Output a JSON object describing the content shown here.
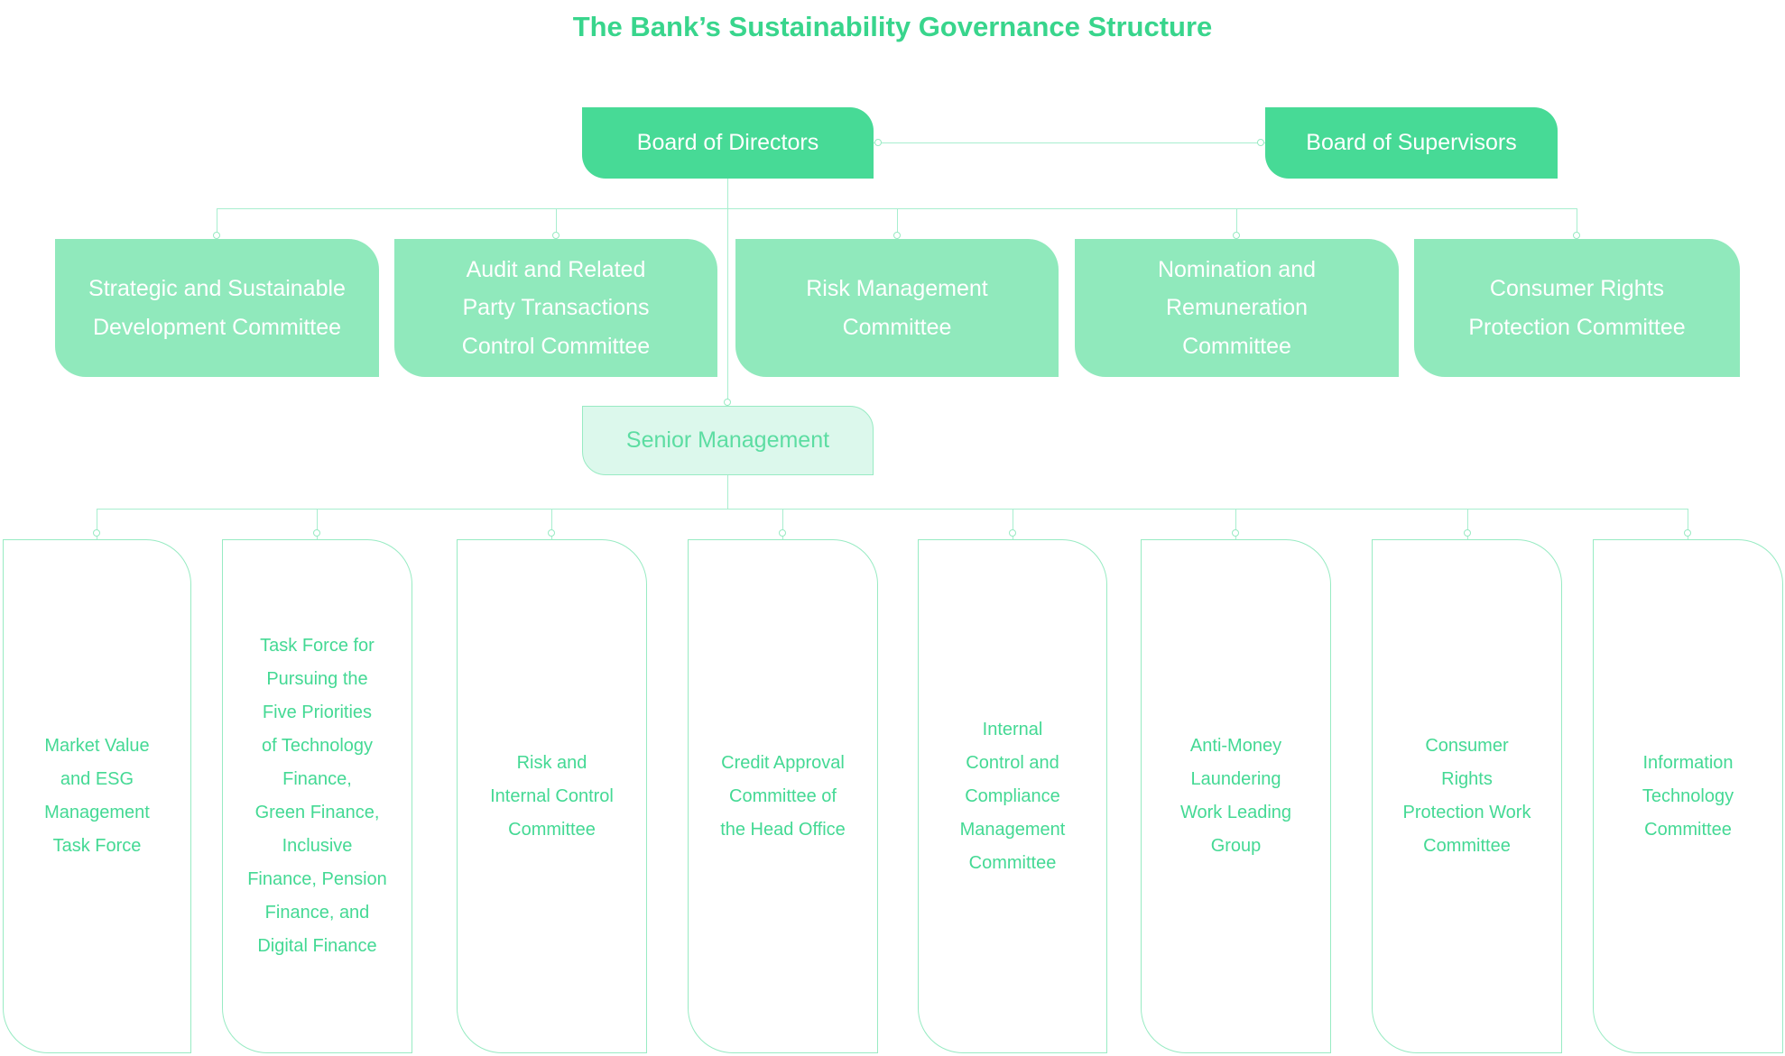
{
  "title": "The Bank’s Sustainability Governance Structure",
  "colors": {
    "title_green": "#38d58c",
    "box_solid_green": "#47da96",
    "box_light_green": "#90e9bc",
    "senior_fill": "#dcf8ec",
    "senior_text": "#5cdda2",
    "outline_green": "#98ebc3",
    "line_green": "#a8eecf",
    "text_green": "#44d994",
    "text_white": "#ffffff"
  },
  "level1": {
    "board_of_directors": "Board of Directors",
    "board_of_supervisors": "Board of Supervisors"
  },
  "level2": {
    "items": [
      {
        "label": "Strategic and Sustainable\nDevelopment Committee"
      },
      {
        "label": "Audit and Related\nParty Transactions\nControl Committee"
      },
      {
        "label": "Risk Management\nCommittee"
      },
      {
        "label": "Nomination and\nRemuneration\nCommittee"
      },
      {
        "label": "Consumer Rights\nProtection Committee"
      }
    ]
  },
  "level3": {
    "senior_management": "Senior Management"
  },
  "level4": {
    "items": [
      {
        "label": "Market Value\nand ESG\nManagement\nTask Force"
      },
      {
        "label": "Task Force for\nPursuing the\nFive Priorities\nof Technology\nFinance,\nGreen Finance,\nInclusive\nFinance, Pension\nFinance, and\nDigital Finance"
      },
      {
        "label": "Risk and\nInternal Control\nCommittee"
      },
      {
        "label": "Credit Approval\nCommittee of\nthe Head Office"
      },
      {
        "label": "Internal\nControl and\nCompliance\nManagement\nCommittee"
      },
      {
        "label": "Anti-Money\nLaundering\nWork Leading\nGroup"
      },
      {
        "label": "Consumer\nRights\nProtection Work\nCommittee"
      },
      {
        "label": "Information\nTechnology\nCommittee"
      }
    ]
  }
}
